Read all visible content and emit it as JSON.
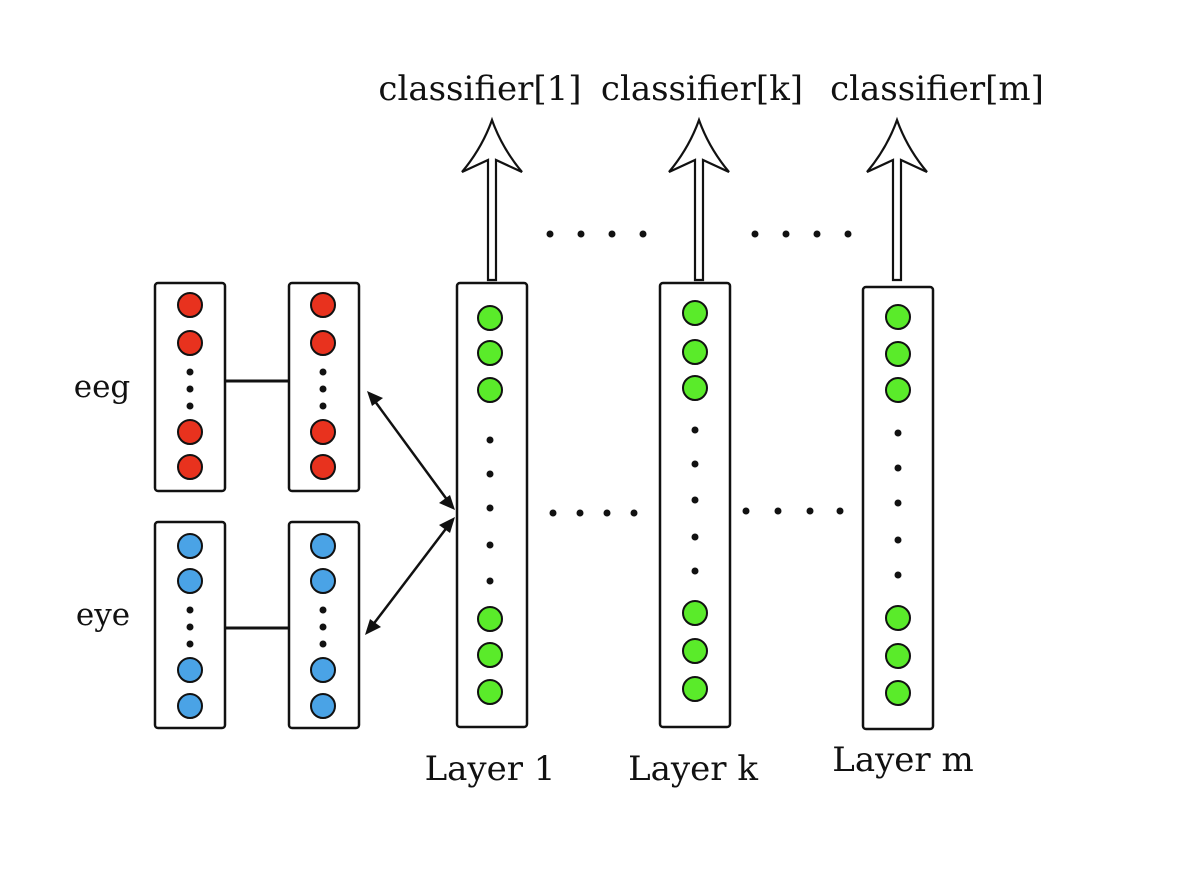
{
  "colors": {
    "eeg_node": "#e8321e",
    "eye_node": "#4aa3e6",
    "layer_node": "#5aeb2a",
    "stroke": "#111111",
    "background": "#ffffff"
  },
  "modalities": [
    {
      "label": "eeg",
      "color_key": "eeg_node"
    },
    {
      "label": "eye",
      "color_key": "eye_node"
    }
  ],
  "layers": [
    {
      "label": "Layer 1",
      "classifier": "classifier[1]"
    },
    {
      "label": "Layer k",
      "classifier": "classifier[k]"
    },
    {
      "label": "Layer m",
      "classifier": "classifier[m]"
    }
  ]
}
